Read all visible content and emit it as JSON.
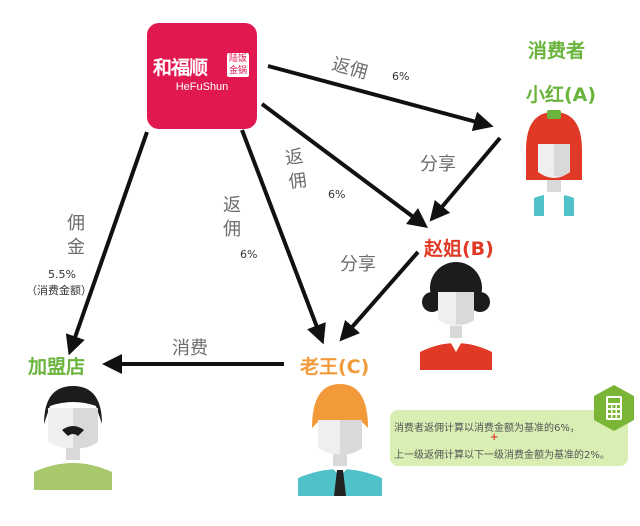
{
  "logo": {
    "main": "和福顺",
    "tag_line1": "陆饭",
    "tag_line2": "金锅",
    "en": "HeFuShun"
  },
  "labels": {
    "consumer_header": "消费者",
    "xiaohong": "小红(A)",
    "zhaojie": "赵姐(B)",
    "laowang": "老王(C)",
    "franchise": "加盟店",
    "fanyong": "返佣",
    "share": "分享",
    "yongjin": "佣金",
    "consume": "消费"
  },
  "percents": {
    "p1": "6%",
    "p2": "6%",
    "p3": "6%",
    "commission": "5.5%",
    "commission_note": "（消费金额）"
  },
  "note": {
    "line1": "消费者返佣计算以消费金额为基准的6%，",
    "plus": "+",
    "line2": "上一级返佣计算以下一级消费金额为基准的2%。"
  },
  "colors": {
    "brand": "#e0184f",
    "green": "#6ab43d",
    "red": "#e03a26",
    "orange": "#f29a3a",
    "note_bg": "#d9eeb3",
    "badge": "#7ab535"
  }
}
